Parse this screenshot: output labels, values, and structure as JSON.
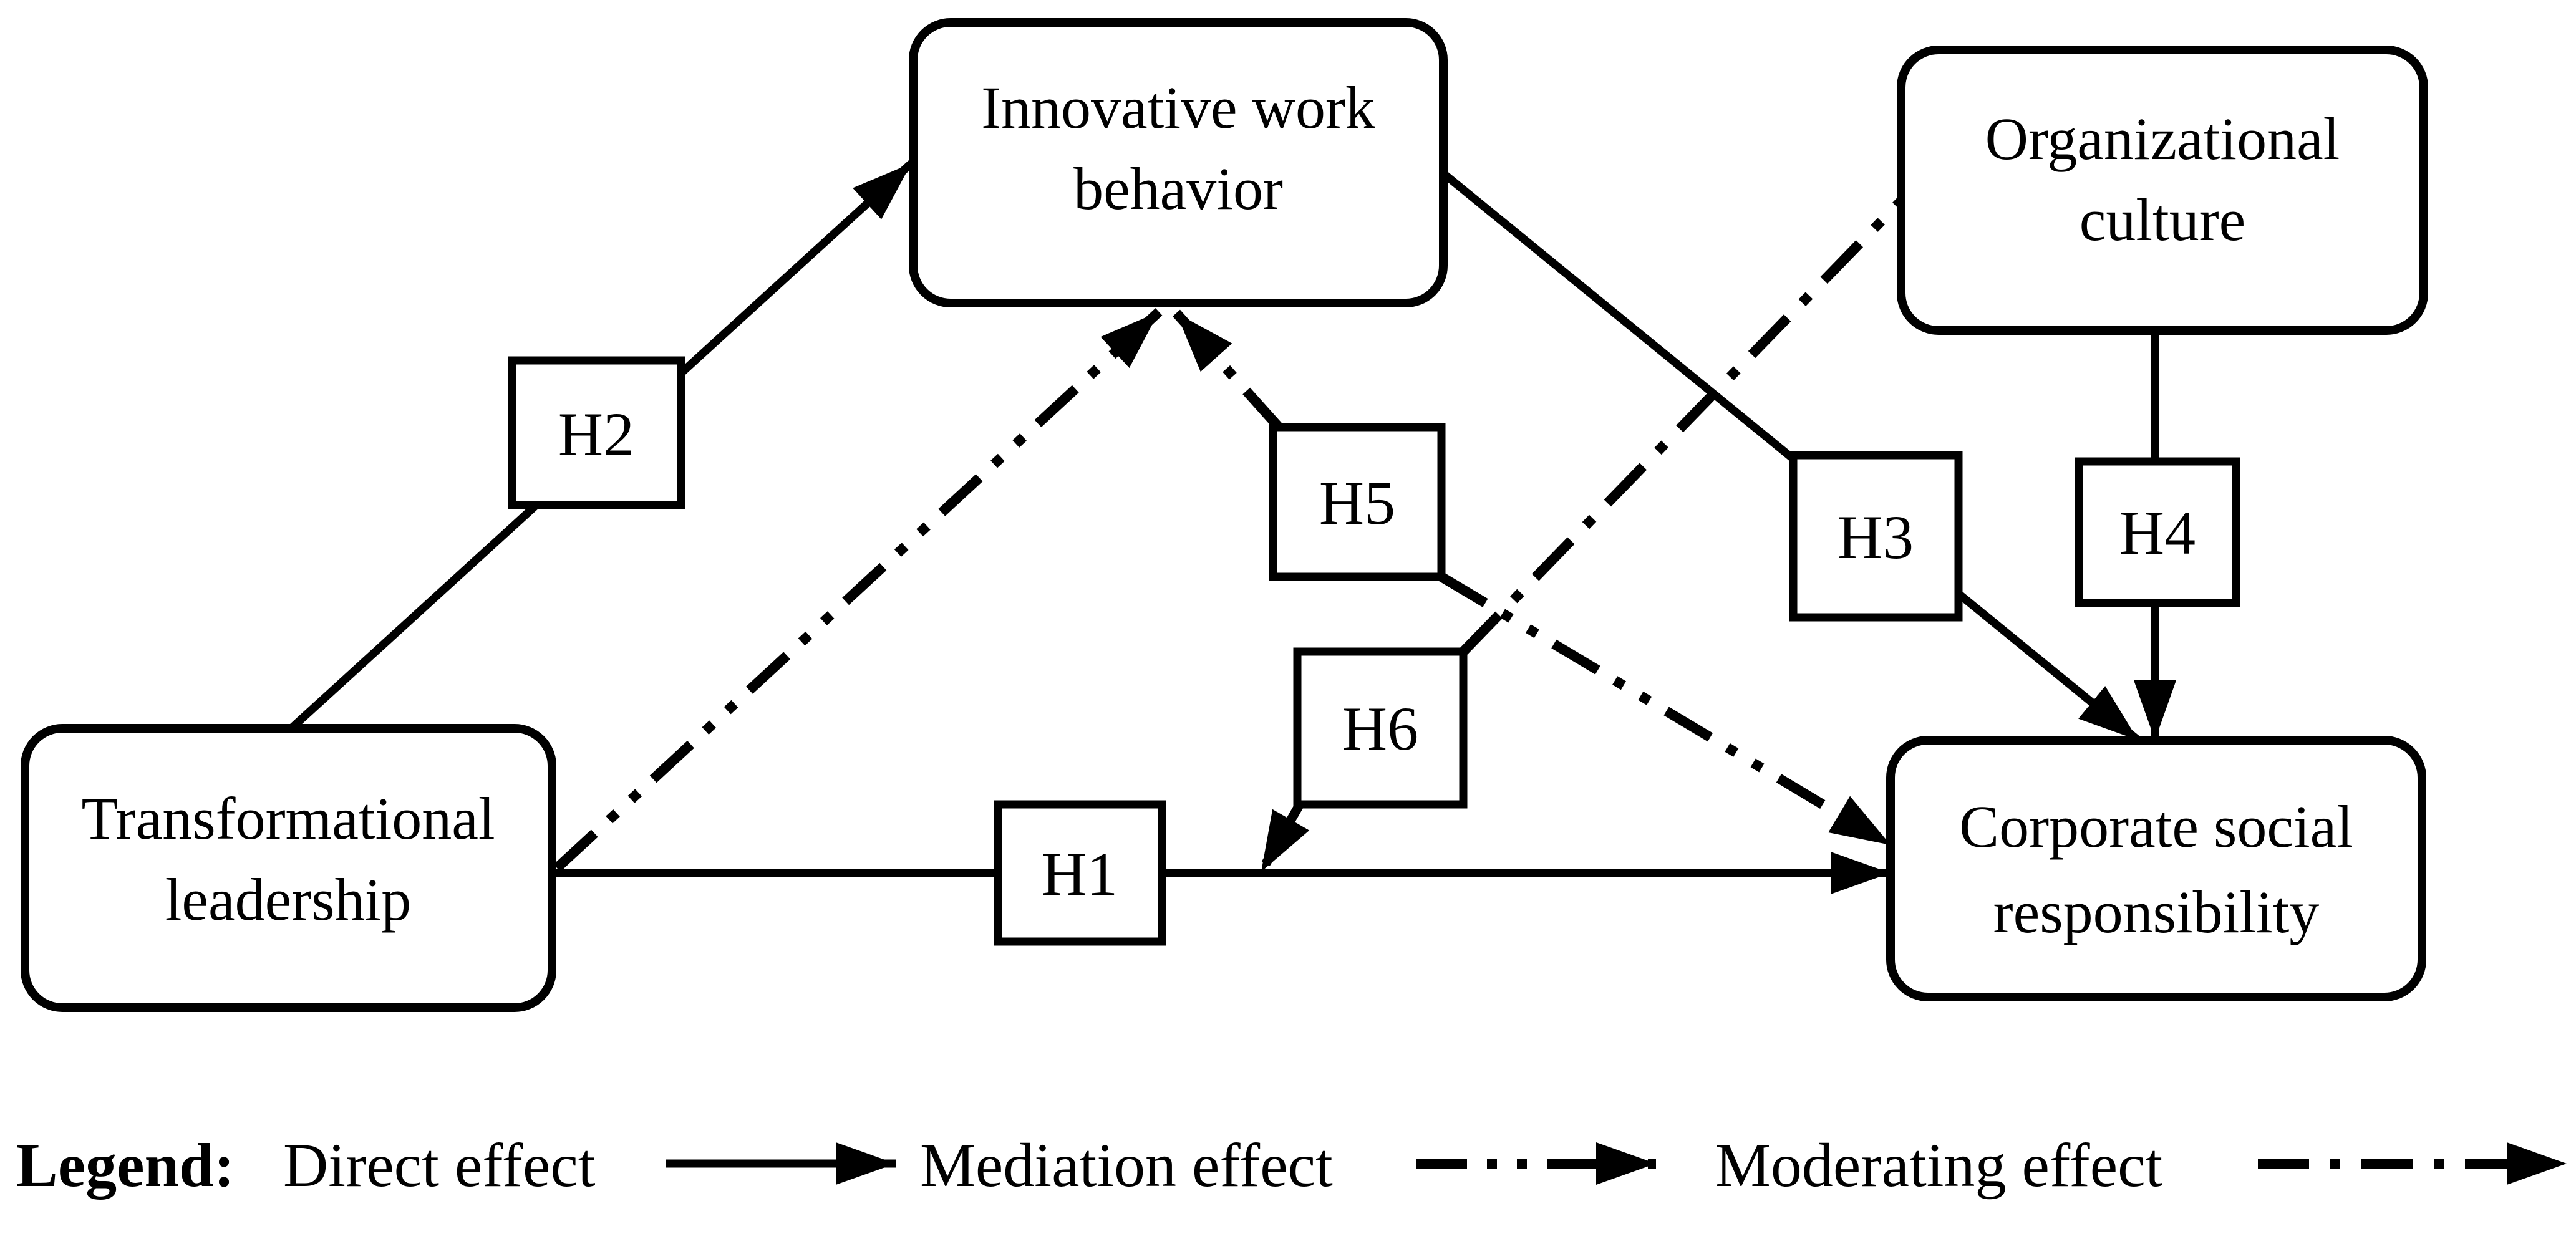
{
  "figure": {
    "background": "#ffffff",
    "ink": "#000000",
    "type": "research-model-diagram"
  },
  "nodes": {
    "innovative_work_behavior": {
      "line1": "Innovative work",
      "line2": "behavior"
    },
    "organizational_culture": {
      "line1": "Organizational",
      "line2": "culture"
    },
    "transformational_leadership": {
      "line1": "Transformational",
      "line2": "leadership"
    },
    "corporate_social_responsibility": {
      "line1": "Corporate social",
      "line2": "responsibility"
    }
  },
  "hypotheses": {
    "h1": "H1",
    "h2": "H2",
    "h3": "H3",
    "h4": "H4",
    "h5": "H5",
    "h6": "H6"
  },
  "edges": [
    {
      "label": "H2",
      "from": "transformational_leadership",
      "to": "innovative_work_behavior",
      "type": "direct"
    },
    {
      "label": "H3",
      "from": "innovative_work_behavior",
      "to": "corporate_social_responsibility",
      "type": "direct"
    },
    {
      "label": "H4",
      "from": "organizational_culture",
      "to": "corporate_social_responsibility",
      "type": "direct"
    },
    {
      "label": "H1",
      "from": "transformational_leadership",
      "to": "corporate_social_responsibility",
      "type": "direct"
    },
    {
      "label": "H5",
      "from": "transformational_leadership",
      "via": "innovative_work_behavior",
      "to": "corporate_social_responsibility",
      "type": "mediation"
    },
    {
      "label": "H6",
      "from": "organizational_culture",
      "to": "transformational_leadership-corporate_social_responsibility path",
      "type": "moderating"
    }
  ],
  "legend": {
    "title": "Legend:",
    "items": [
      {
        "label": "Direct effect",
        "style": "solid"
      },
      {
        "label": "Mediation effect",
        "style": "dash-dot-dot"
      },
      {
        "label": "Moderating effect",
        "style": "dash-dot"
      }
    ]
  }
}
